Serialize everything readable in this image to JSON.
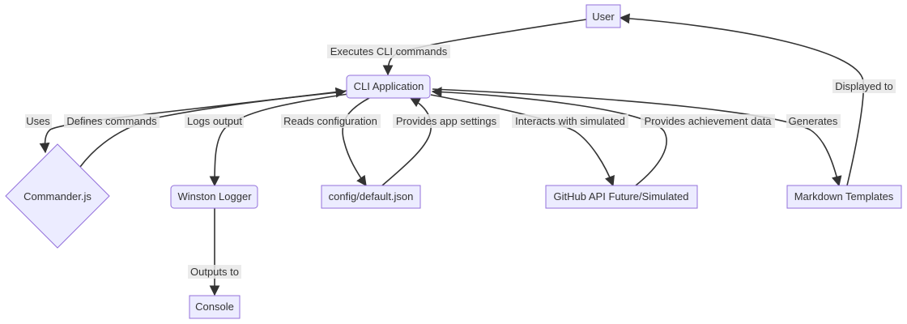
{
  "nodes": {
    "user": "User",
    "cli": "CLI Application",
    "commander": "Commander.js",
    "winston": "Winston Logger",
    "config": "config/default.json",
    "github": "GitHub API Future/Simulated",
    "markdown": "Markdown Templates",
    "console": "Console"
  },
  "edges": {
    "user_cli": "Executes CLI commands",
    "cli_commander": "Uses",
    "commander_cli": "Defines commands",
    "cli_winston": "Logs output",
    "cli_config": "Reads configuration",
    "config_cli": "Provides app settings",
    "cli_github": "Interacts with simulated",
    "github_cli": "Provides achievement data",
    "cli_markdown": "Generates",
    "markdown_user": "Displayed to",
    "winston_console": "Outputs to"
  },
  "colors": {
    "node_fill": "#ECECFF",
    "node_stroke": "#9370DB",
    "edge": "#333333",
    "label_bg": "#e8e8e8"
  }
}
